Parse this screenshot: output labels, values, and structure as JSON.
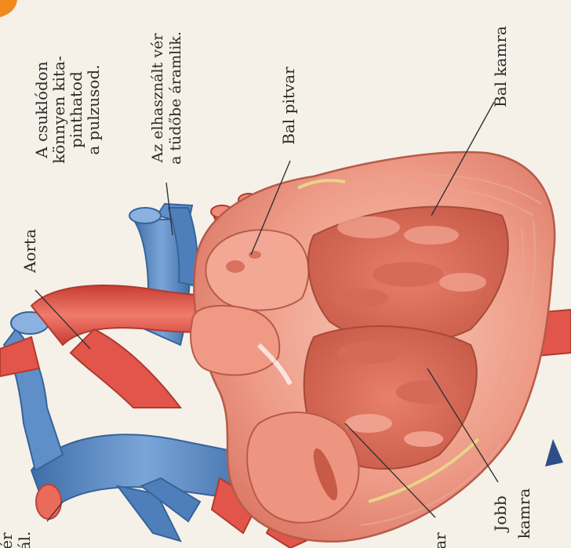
{
  "labels": {
    "top_note": [
      "A csuklódon",
      "könnyen kita-",
      "pinthatod",
      "a pulzusod."
    ],
    "used_blood": [
      "Az elhasznált vér",
      "a tüdőbe áramlik."
    ],
    "left_atrium": "Bal pitvar",
    "left_ventricle": "Bal kamra",
    "aorta": "Aorta",
    "right_ventricle": [
      "Jobb",
      "kamra"
    ],
    "right_atrium_fragment": "ar",
    "edge_fragment_top": "ér",
    "edge_fragment_bottom": "ál."
  },
  "colors": {
    "vein": "#5f8fc8",
    "vein_dark": "#3f6ea8",
    "artery": "#e2554a",
    "heart_light": "#f3b4a3",
    "heart_mid": "#eb8f7d",
    "heart_dark": "#c96553",
    "background": "#f5f1e8",
    "badge": "#f08a1d"
  }
}
